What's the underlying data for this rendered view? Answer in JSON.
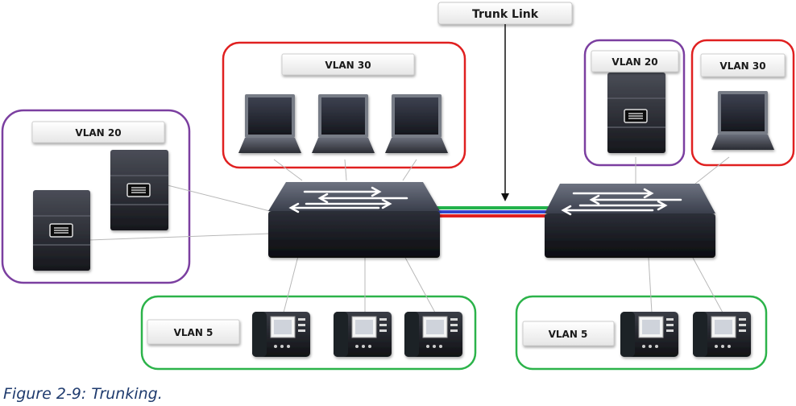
{
  "trunk": {
    "label": "Trunk Link"
  },
  "groups": {
    "left_vlan20": {
      "label": "VLAN 20"
    },
    "left_vlan30": {
      "label": "VLAN 30"
    },
    "left_vlan5": {
      "label": "VLAN 5"
    },
    "right_vlan20": {
      "label": "VLAN 20"
    },
    "right_vlan30": {
      "label": "VLAN 30"
    },
    "right_vlan5": {
      "label": "VLAN 5"
    }
  },
  "trunk_line_colors": [
    "#22b24c",
    "#3344cc",
    "#e02020"
  ],
  "group_colors": {
    "vlan20": "#7b3fa0",
    "vlan30": "#e02020",
    "vlan5": "#2cb34a"
  },
  "caption": "Figure 2-9: Trunking."
}
